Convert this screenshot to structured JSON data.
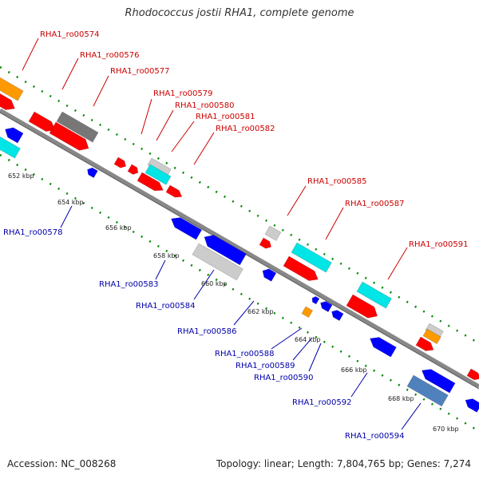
{
  "title": "Rhodococcus jostii RHA1, complete genome",
  "footer": {
    "accession": "Accession: NC_008268",
    "summary": "Topology: linear; Length: 7,804,765 bp; Genes: 7,274"
  },
  "colors": {
    "forward": "#ff0000",
    "reverse": "#0000ff",
    "cyan": "#00e5e5",
    "orange": "#ff9900",
    "gray": "#777777",
    "lightgray": "#cccccc",
    "steelblue": "#4f81bd",
    "backbone": "#888888",
    "dots": "#008800",
    "top_label": "#cc0000",
    "bottom_label": "#0000aa"
  },
  "ticks": [
    "652 kbp",
    "654 kbp",
    "656 kbp",
    "658 kbp",
    "660 kbp",
    "662 kbp",
    "664 kbp",
    "666 kbp",
    "668 kbp",
    "670 kbp"
  ],
  "top_labels": [
    "RHA1_ro00574",
    "RHA1_ro00576",
    "RHA1_ro00577",
    "RHA1_ro00579",
    "RHA1_ro00580",
    "RHA1_ro00581",
    "RHA1_ro00582",
    "RHA1_ro00585",
    "RHA1_ro00587",
    "RHA1_ro00591"
  ],
  "bottom_labels": [
    "RHA1_ro00578",
    "RHA1_ro00583",
    "RHA1_ro00584",
    "RHA1_ro00586",
    "RHA1_ro00588",
    "RHA1_ro00589",
    "RHA1_ro00590",
    "RHA1_ro00592",
    "RHA1_ro00594"
  ]
}
